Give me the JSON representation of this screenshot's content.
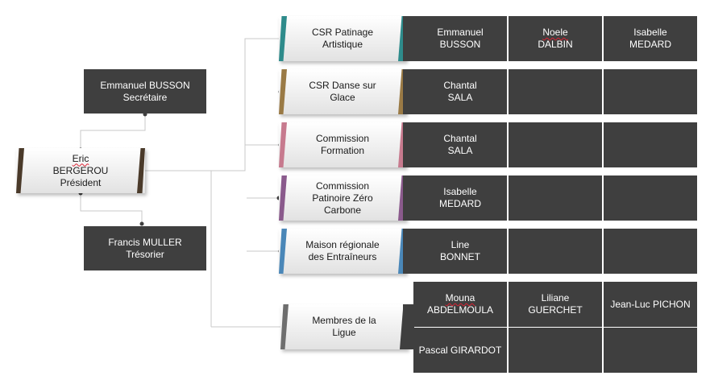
{
  "president": {
    "first": "Eric",
    "last": "BERGEROU",
    "role": "Président"
  },
  "secretary": {
    "name": "Emmanuel BUSSON",
    "role": "Secrétaire"
  },
  "treasurer": {
    "name": "Francis MULLER",
    "role": "Trésorier"
  },
  "committees": [
    {
      "l1": "CSR Patinage",
      "l2": "Artistique",
      "l3": "",
      "accent": "#2e8b8b",
      "members": [
        [
          "Emmanuel",
          "BUSSON"
        ],
        [
          "Noele",
          "DALBIN"
        ],
        [
          "Isabelle",
          "MEDARD"
        ]
      ]
    },
    {
      "l1": "CSR Danse sur",
      "l2": "Glace",
      "l3": "",
      "accent": "#9a7a45",
      "members": [
        [
          "Chantal",
          "SALA"
        ],
        [
          "",
          ""
        ],
        [
          "",
          ""
        ]
      ]
    },
    {
      "l1": "Commission",
      "l2": "Formation",
      "l3": "",
      "accent": "#c77a8e",
      "members": [
        [
          "Chantal",
          "SALA"
        ],
        [
          "",
          ""
        ],
        [
          "",
          ""
        ]
      ]
    },
    {
      "l1": "Commission",
      "l2": "Patinoire Zéro",
      "l3": "Carbone",
      "accent": "#8a5a8c",
      "members": [
        [
          "Isabelle",
          "MEDARD"
        ],
        [
          "",
          ""
        ],
        [
          "",
          ""
        ]
      ]
    },
    {
      "l1": "Maison régionale",
      "l2": "des Entraîneurs",
      "l3": "",
      "accent": "#4a87b8",
      "members": [
        [
          "Line",
          "BONNET"
        ],
        [
          "",
          ""
        ],
        [
          "",
          ""
        ]
      ]
    }
  ],
  "league": {
    "l1": "Membres de la",
    "l2": "Ligue",
    "accent": "#6e6e6e",
    "row1": [
      [
        "Mouna",
        "ABDELMOULA"
      ],
      [
        "Liliane",
        "GUERCHET"
      ],
      [
        "Jean-Luc PICHON",
        ""
      ]
    ],
    "row2": [
      [
        "Pascal GIRARDOT",
        ""
      ],
      [
        "",
        ""
      ],
      [
        "",
        ""
      ]
    ]
  },
  "colors": {
    "president_accent": "#4a3a2a",
    "cell_bg": "#3f3f3f",
    "line": "#bfbfbf"
  }
}
